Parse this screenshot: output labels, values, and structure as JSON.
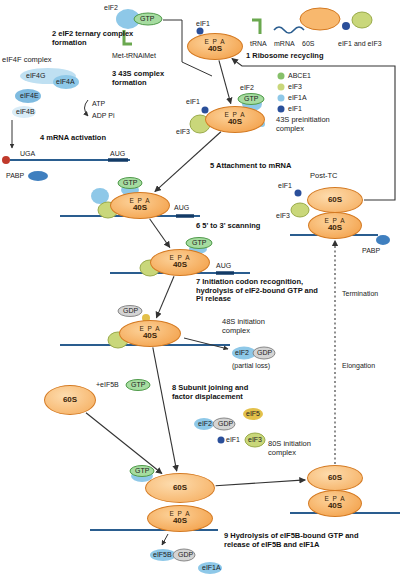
{
  "diagram": {
    "nodes": [
      {
        "text": [
          "E P A",
          "40S"
        ]
      },
      {
        "text": [
          "E P A",
          "40S"
        ]
      },
      {
        "text": [
          "E P A",
          "40S"
        ]
      },
      {
        "text": [
          "E P A",
          "40S"
        ]
      },
      {
        "text": [
          "E P A",
          "40S"
        ]
      },
      {
        "text": [
          "60S"
        ]
      },
      {
        "text": [
          "60S"
        ]
      },
      {
        "text": [
          "E P A",
          "40S"
        ]
      },
      {
        "text": [
          "60S"
        ]
      },
      {
        "text": [
          "E P A",
          "40S"
        ]
      },
      {
        "text": [
          "60S"
        ]
      },
      {
        "text": [
          "E P A",
          "40S"
        ]
      }
    ],
    "edges": [
      {
        "from": 0,
        "to": 1,
        "arrow": "to"
      },
      {
        "from": 1,
        "to": 2,
        "arrow": "to"
      },
      {
        "from": 2,
        "to": 3,
        "arrow": "to"
      },
      {
        "from": 3,
        "to": 4,
        "arrow": "to"
      },
      {
        "from": 4,
        "to": 6,
        "arrow": "to"
      },
      {
        "from": 5,
        "to": 6,
        "arrow": "to"
      },
      {
        "from": 6,
        "to": 8,
        "arrow": "to"
      },
      {
        "from": 8,
        "to": 11,
        "arrow": "to"
      },
      {
        "from": 10,
        "to": 0,
        "arrow": "to"
      }
    ],
    "labels": [
      "eIF1",
      "tRNA",
      "mRNA",
      "60S",
      "eIF1 and eIF3",
      "1 Ribosome recycling",
      "ABCE1",
      "eIF3",
      "eIF1A",
      "eIF1",
      "eIF2",
      "GTP",
      "2 eIF2 ternary complex formation",
      "Met-tRNAiMet",
      "3 43S complex formation",
      "eIF1",
      "eIF3",
      "eIF2",
      "GTP",
      "43S preinitiation complex",
      "eIF4F complex",
      "eIF4G",
      "eIF4A",
      "eIF4E",
      "eIF4B",
      "ATP",
      "ADP Pi",
      "4 mRNA activation",
      "UGA",
      "AUG",
      "PABP",
      "5 Attachment to mRNA",
      "GTP",
      "AUG",
      "6 5' to 3' scanning",
      "GTP",
      "AUG",
      "7 Initiation codon recognition, hydrolysis of eIF2-bound GTP and Pi release",
      "GDP",
      "48S initiation complex",
      "eIF2",
      "GDP",
      "(partial loss)",
      "+eIF5B",
      "GTP",
      "8 Subunit joining and factor displacement",
      "eIF2",
      "GDP",
      "eIF5",
      "eIF1",
      "eIF3",
      "80S initiation complex",
      "GTP",
      "9 Hydrolysis of eIF5B-bound GTP and release of eIF5B and eIF1A",
      "eIF5B",
      "GDP",
      "eIF1A",
      "Elongation",
      "Termination",
      "Post-TC",
      "eIF1",
      "eIF3",
      "PABP"
    ]
  }
}
